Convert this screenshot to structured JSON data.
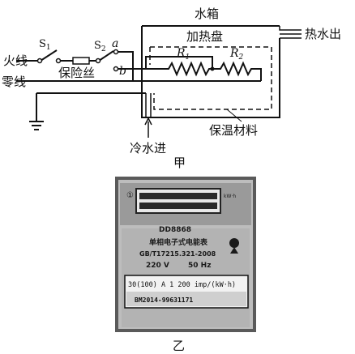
{
  "circuit": {
    "water_tank": "水箱",
    "heating_plate": "加热盘",
    "hot_water_out": "热水出",
    "live_wire": "火线",
    "neutral_wire": "零线",
    "fuse": "保险丝",
    "cold_water_in": "冷水进",
    "insulation": "保温材料",
    "switch1_main": "S",
    "switch1_sub": "1",
    "switch2_main": "S",
    "switch2_sub": "2",
    "terminal_a": "a",
    "terminal_b": "b",
    "r1_main": "R",
    "r1_sub": "1",
    "r2_main": "R",
    "r2_sub": "2",
    "figure_label": "甲"
  },
  "meter": {
    "corner_mark": "①",
    "unit_kwh": "kW·h",
    "model": "DD8868",
    "name": "单相电子式电能表",
    "standard": "GB/T17215.321-2008",
    "voltage": "220 V",
    "frequency": "50 Hz",
    "spec": "30(100) A   1 200 imp/(kW·h)",
    "serial": "BM2014-99631171",
    "figure_label": "乙"
  }
}
